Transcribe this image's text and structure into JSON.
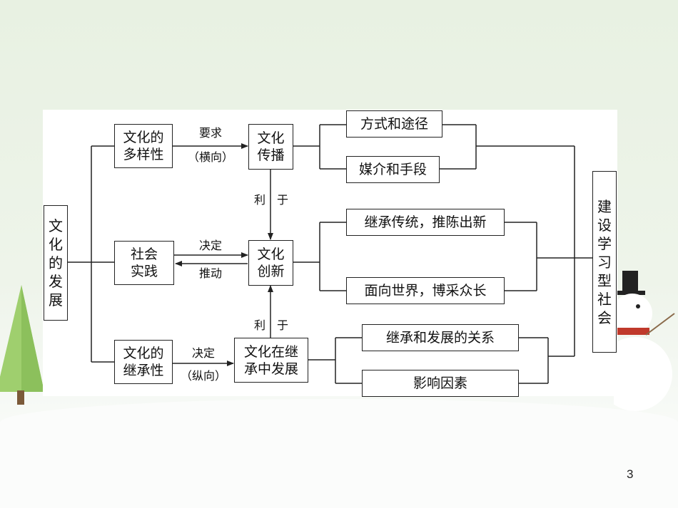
{
  "nodes": {
    "root": "文\n化\n的\n发\n展",
    "diversity": "文化的\n多样性",
    "practice": "社会\n实践",
    "inherit": "文化的\n继承性",
    "spread": "文化\n传播",
    "innovate": "文化\n创新",
    "develop": "文化在继\n承中发展",
    "way": "方式和途径",
    "media": "媒介和手段",
    "tradition": "继承传统，推陈出新",
    "world": "面向世界，博采众长",
    "relation": "继承和发展的关系",
    "factors": "影响因素",
    "society": "建\n设\n学\n习\n型\n社\n会"
  },
  "edge_labels": {
    "require": "要求",
    "horizontal": "（横向）",
    "decide_top": "决定",
    "push": "推动",
    "decide_bottom": "决定",
    "vertical": "（纵向）",
    "benefit_top": "利　于",
    "benefit_bottom": "利　于"
  },
  "page_number": "3"
}
